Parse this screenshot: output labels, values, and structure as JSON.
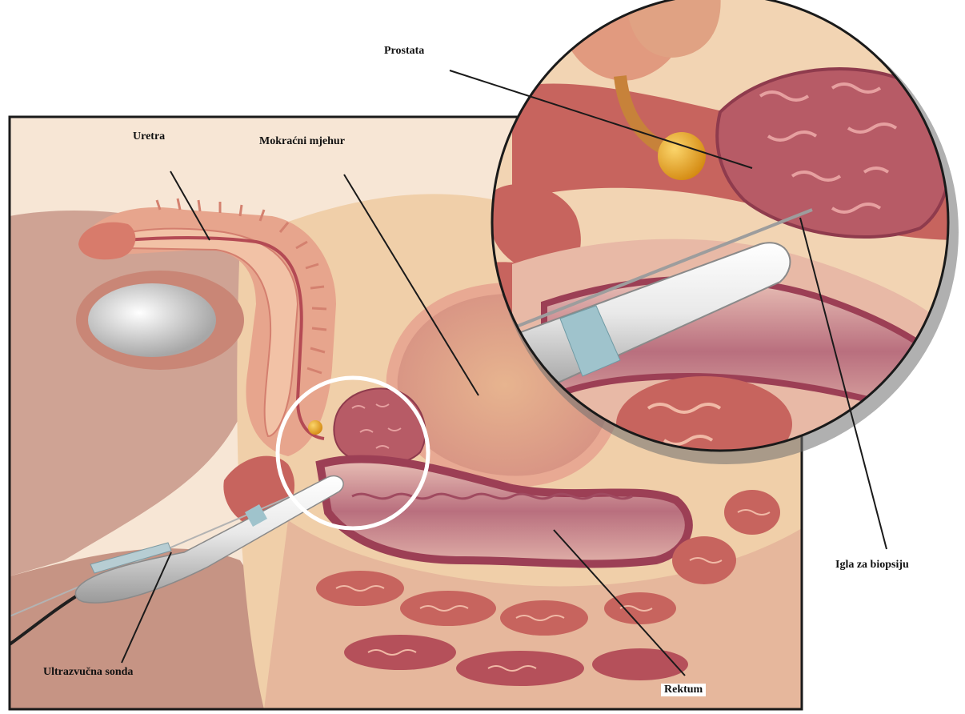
{
  "labels": {
    "prostate": "Prostata",
    "urethra": "Uretra",
    "bladder": "Mokraćni mjehur",
    "biopsy_needle": "Igla za biopsiju",
    "ultrasound_probe": "Ultrazvučna sonda",
    "rectum": "Rektum"
  },
  "colors": {
    "skin": "#f5e1cc",
    "tissue_light": "#f3c9a0",
    "tissue_mid": "#e8b08a",
    "muscle": "#c7645e",
    "muscle_dark": "#a9485a",
    "rectum_inner": "#c9868c",
    "body_shadow": "#cf9d8c",
    "outline": "#1a1a1a",
    "probe": "#e6e6e6",
    "probe_band": "#9fc3cc",
    "gland": "#e5a324",
    "magnifier_ring": "#ffffff"
  }
}
